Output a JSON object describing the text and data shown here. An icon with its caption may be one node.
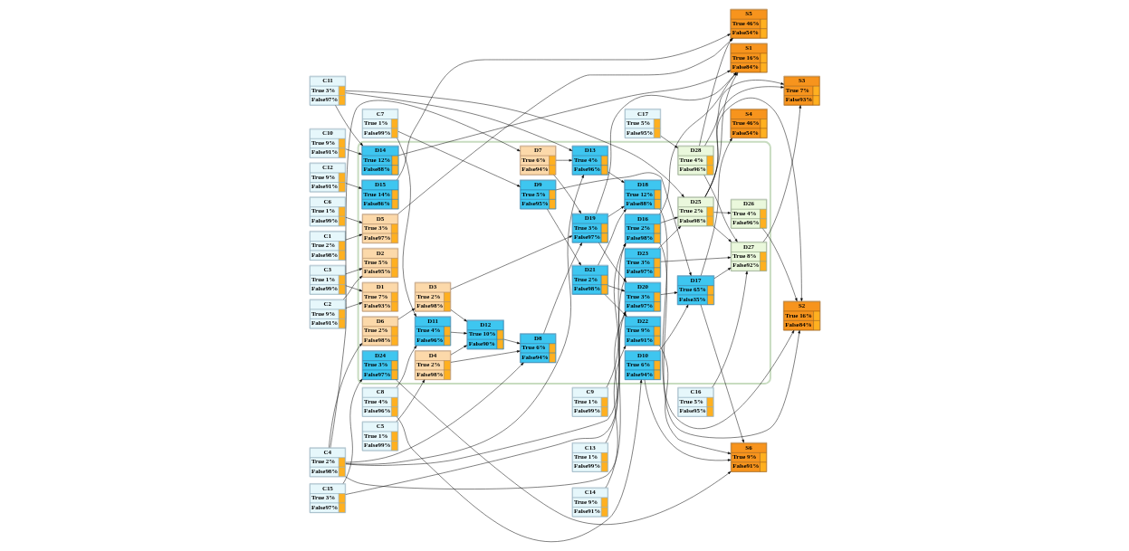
{
  "diagram": {
    "nodes": [
      {
        "text": [
          "C1",
          "True 2%",
          "False98%"
        ]
      },
      {
        "text": [
          "C2",
          "True 9%",
          "False91%"
        ]
      },
      {
        "text": [
          "C3",
          "True 1%",
          "False99%"
        ]
      },
      {
        "text": [
          "C4",
          "True 2%",
          "False98%"
        ]
      },
      {
        "text": [
          "C5",
          "True 1%",
          "False99%"
        ]
      },
      {
        "text": [
          "C6",
          "True 1%",
          "False99%"
        ]
      },
      {
        "text": [
          "C7",
          "True 1%",
          "False99%"
        ]
      },
      {
        "text": [
          "C8",
          "True 4%",
          "False96%"
        ]
      },
      {
        "text": [
          "C9",
          "True 1%",
          "False99%"
        ]
      },
      {
        "text": [
          "C10",
          "True 9%",
          "False91%"
        ]
      },
      {
        "text": [
          "C11",
          "True 3%",
          "False97%"
        ]
      },
      {
        "text": [
          "C12",
          "True 9%",
          "False91%"
        ]
      },
      {
        "text": [
          "C13",
          "True 1%",
          "False99%"
        ]
      },
      {
        "text": [
          "C14",
          "True 9%",
          "False91%"
        ]
      },
      {
        "text": [
          "C15",
          "True 3%",
          "False97%"
        ]
      },
      {
        "text": [
          "C16",
          "True 5%",
          "False95%"
        ]
      },
      {
        "text": [
          "C17",
          "True 5%",
          "False95%"
        ]
      },
      {
        "text": [],
        "shape": "box"
      },
      {
        "text": [
          "D1",
          "True 7%",
          "False93%"
        ],
        "in": 17
      },
      {
        "text": [
          "D2",
          "True 5%",
          "False95%"
        ],
        "in": 17
      },
      {
        "text": [
          "D3",
          "True 2%",
          "False98%"
        ],
        "in": 17
      },
      {
        "text": [
          "D4",
          "True 2%",
          "False98%"
        ],
        "in": 17
      },
      {
        "text": [
          "D5",
          "True 3%",
          "False97%"
        ],
        "in": 17
      },
      {
        "text": [
          "D6",
          "True 2%",
          "False98%"
        ],
        "in": 17
      },
      {
        "text": [
          "D7",
          "True 6%",
          "False94%"
        ],
        "in": 17
      },
      {
        "text": [
          "D8",
          "True 6%",
          "False94%"
        ],
        "in": 17
      },
      {
        "text": [
          "D9",
          "True 5%",
          "False95%"
        ],
        "in": 17
      },
      {
        "text": [
          "D10",
          "True 6%",
          "False94%"
        ],
        "in": 17
      },
      {
        "text": [
          "D11",
          "True 4%",
          "False96%"
        ],
        "in": 17
      },
      {
        "text": [
          "D12",
          "True 10%",
          "False90%"
        ],
        "in": 17
      },
      {
        "text": [
          "D13",
          "True 4%",
          "False96%"
        ],
        "in": 17
      },
      {
        "text": [
          "D14",
          "True 12%",
          "False88%"
        ],
        "in": 17
      },
      {
        "text": [
          "D15",
          "True 14%",
          "False86%"
        ],
        "in": 17
      },
      {
        "text": [
          "D16",
          "True 2%",
          "False98%"
        ],
        "in": 17
      },
      {
        "text": [
          "D17",
          "True 65%",
          "False35%"
        ],
        "in": 17
      },
      {
        "text": [
          "D18",
          "True 12%",
          "False88%"
        ],
        "in": 17
      },
      {
        "text": [
          "D19",
          "True 3%",
          "False97%"
        ],
        "in": 17
      },
      {
        "text": [
          "D20",
          "True 3%",
          "False97%"
        ],
        "in": 17
      },
      {
        "text": [
          "D21",
          "True 2%",
          "False98%"
        ],
        "in": 17
      },
      {
        "text": [
          "D22",
          "True 9%",
          "False91%"
        ],
        "in": 17
      },
      {
        "text": [
          "D23",
          "True 3%",
          "False97%"
        ],
        "in": 17
      },
      {
        "text": [
          "D24",
          "True 3%",
          "False97%"
        ],
        "in": 17
      },
      {
        "text": [
          "D25",
          "True 2%",
          "False98%"
        ],
        "in": 17
      },
      {
        "text": [
          "D26",
          "True 4%",
          "False96%"
        ],
        "in": 17
      },
      {
        "text": [
          "D27",
          "True 8%",
          "False92%"
        ],
        "in": 17
      },
      {
        "text": [
          "D28",
          "True 4%",
          "False96%"
        ],
        "in": 17
      },
      {
        "text": [
          "S1",
          "True 16%",
          "False84%"
        ]
      },
      {
        "text": [
          "S2",
          "True 16%",
          "False84%"
        ]
      },
      {
        "text": [
          "S3",
          "True 7%",
          "False93%"
        ]
      },
      {
        "text": [
          "S4",
          "True 46%",
          "False54%"
        ]
      },
      {
        "text": [
          "S5",
          "True 46%",
          "False54%"
        ]
      },
      {
        "text": [
          "S6",
          "True 9%",
          "False91%"
        ]
      }
    ],
    "edges": [
      {
        "from": 0,
        "to": 22,
        "arrow": "to"
      },
      {
        "from": 1,
        "to": 18,
        "arrow": "to"
      },
      {
        "from": 1,
        "to": 19,
        "arrow": "to"
      },
      {
        "from": 2,
        "to": 18,
        "arrow": "to"
      },
      {
        "from": 2,
        "to": 19,
        "arrow": "to"
      },
      {
        "from": 3,
        "to": 23,
        "arrow": "to"
      },
      {
        "from": 3,
        "to": 24,
        "arrow": "to"
      },
      {
        "from": 3,
        "to": 25,
        "arrow": "to"
      },
      {
        "from": 3,
        "to": 30,
        "arrow": "to"
      },
      {
        "from": 3,
        "to": 37,
        "arrow": "to"
      },
      {
        "from": 3,
        "to": 33,
        "arrow": "to"
      },
      {
        "from": 23,
        "to": 20,
        "arrow": "to"
      },
      {
        "from": 8,
        "to": 33,
        "arrow": "to"
      },
      {
        "from": 9,
        "to": 31,
        "arrow": "to"
      },
      {
        "from": 10,
        "to": 30,
        "arrow": "to"
      },
      {
        "from": 10,
        "to": 31,
        "arrow": "to"
      },
      {
        "from": 10,
        "to": 42,
        "arrow": "to"
      },
      {
        "from": 24,
        "to": 30,
        "arrow": "to"
      },
      {
        "from": 24,
        "to": 36,
        "arrow": "to"
      },
      {
        "from": 30,
        "to": 35,
        "arrow": "to"
      },
      {
        "from": 31,
        "to": 46,
        "arrow": "to"
      },
      {
        "from": 33,
        "to": 46,
        "arrow": "to"
      },
      {
        "from": 33,
        "to": 47,
        "arrow": "to"
      },
      {
        "from": 33,
        "to": 42,
        "arrow": "to"
      },
      {
        "from": 20,
        "to": 36,
        "arrow": "to"
      },
      {
        "from": 20,
        "to": 29,
        "arrow": "to"
      },
      {
        "from": 25,
        "to": 36,
        "arrow": "to"
      },
      {
        "from": 29,
        "to": 25,
        "arrow": "to"
      },
      {
        "from": 21,
        "to": 29,
        "arrow": "to"
      },
      {
        "from": 21,
        "to": 25,
        "arrow": "to"
      },
      {
        "from": 22,
        "to": 50,
        "arrow": "to"
      },
      {
        "from": 4,
        "to": 21,
        "arrow": "to"
      },
      {
        "from": 5,
        "to": 22,
        "arrow": "to"
      },
      {
        "from": 6,
        "to": 28,
        "arrow": "to"
      },
      {
        "from": 6,
        "to": 26,
        "arrow": "to"
      },
      {
        "from": 7,
        "to": 28,
        "arrow": "to"
      },
      {
        "from": 7,
        "to": 27,
        "arrow": "to"
      },
      {
        "from": 26,
        "to": 38,
        "arrow": "to"
      },
      {
        "from": 26,
        "to": 34,
        "arrow": "to"
      },
      {
        "from": 27,
        "to": 34,
        "arrow": "to"
      },
      {
        "from": 27,
        "to": 51,
        "arrow": "to"
      },
      {
        "from": 11,
        "to": 32,
        "arrow": "to"
      },
      {
        "from": 12,
        "to": 37,
        "arrow": "to"
      },
      {
        "from": 13,
        "to": 39,
        "arrow": "to"
      },
      {
        "from": 14,
        "to": 40,
        "arrow": "to"
      },
      {
        "from": 14,
        "to": 41,
        "arrow": "to"
      },
      {
        "from": 15,
        "to": 44,
        "arrow": "to"
      },
      {
        "from": 16,
        "to": 45,
        "arrow": "to"
      },
      {
        "from": 36,
        "to": 35,
        "arrow": "to"
      },
      {
        "from": 36,
        "to": 37,
        "arrow": "to"
      },
      {
        "from": 36,
        "to": 46,
        "arrow": "to"
      },
      {
        "from": 37,
        "to": 34,
        "arrow": "to"
      },
      {
        "from": 38,
        "to": 37,
        "arrow": "to"
      },
      {
        "from": 38,
        "to": 35,
        "arrow": "to"
      },
      {
        "from": 38,
        "to": 39,
        "arrow": "to"
      },
      {
        "from": 32,
        "to": 50,
        "arrow": "to"
      },
      {
        "from": 34,
        "to": 49,
        "arrow": "to"
      },
      {
        "from": 34,
        "to": 51,
        "arrow": "to"
      },
      {
        "from": 34,
        "to": 44,
        "arrow": "to"
      },
      {
        "from": 39,
        "to": 51,
        "arrow": "to"
      },
      {
        "from": 41,
        "to": 51,
        "arrow": "to"
      },
      {
        "from": 40,
        "to": 42,
        "arrow": "to"
      },
      {
        "from": 40,
        "to": 44,
        "arrow": "to"
      },
      {
        "from": 35,
        "to": 47,
        "arrow": "to"
      },
      {
        "from": 42,
        "to": 43,
        "arrow": "to"
      },
      {
        "from": 42,
        "to": 44,
        "arrow": "to"
      },
      {
        "from": 42,
        "to": 46,
        "arrow": "to"
      },
      {
        "from": 42,
        "to": 47,
        "arrow": "to"
      },
      {
        "from": 42,
        "to": 48,
        "arrow": "to"
      },
      {
        "from": 43,
        "to": 47,
        "arrow": "to"
      },
      {
        "from": 44,
        "to": 48,
        "arrow": "to"
      },
      {
        "from": 45,
        "to": 44,
        "arrow": "to"
      },
      {
        "from": 45,
        "to": 50,
        "arrow": "to"
      },
      {
        "from": 45,
        "to": 48,
        "arrow": "to"
      },
      {
        "from": 28,
        "to": 29,
        "arrow": "to"
      }
    ]
  }
}
